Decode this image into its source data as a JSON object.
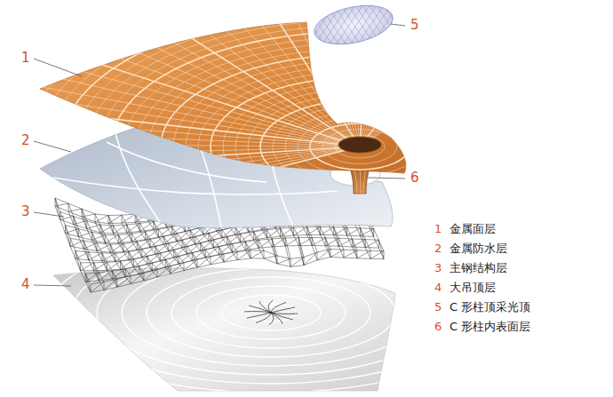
{
  "diagram": {
    "labels": [
      "5",
      "1",
      "2",
      "6",
      "3",
      "4",
      "1",
      "金属面层",
      "2",
      "金属防水层",
      "3",
      "主钢结构层",
      "4",
      "大吊顶层",
      "5",
      "C 形柱顶采光顶",
      "6",
      "C 形柱内表面层"
    ]
  }
}
